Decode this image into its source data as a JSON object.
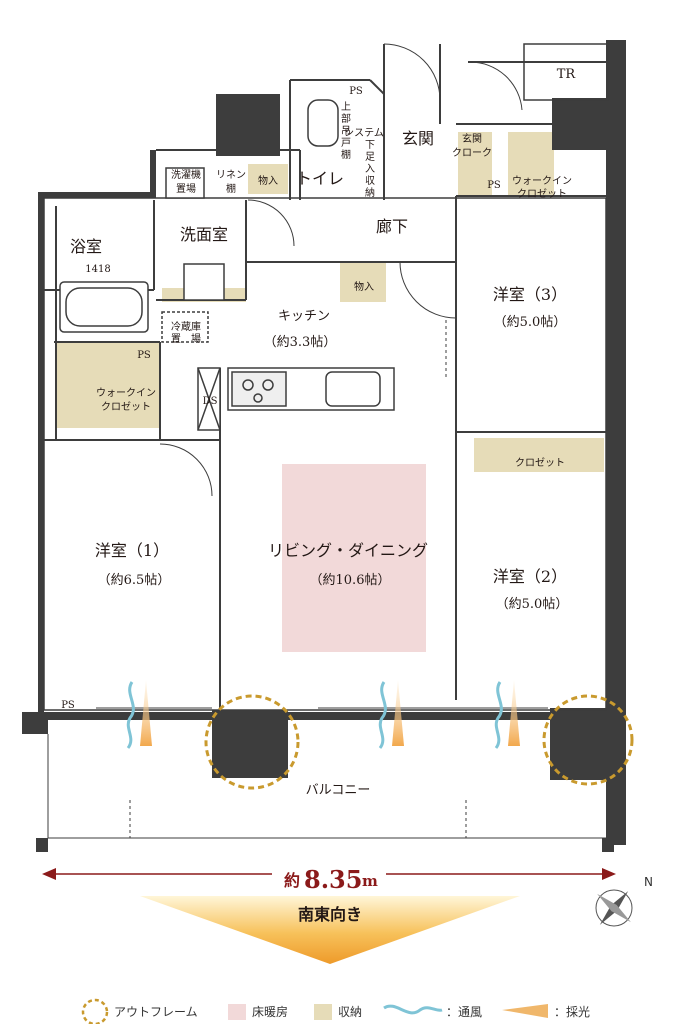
{
  "rooms": {
    "bath": {
      "name": "浴室",
      "size": "1418"
    },
    "washroom": "洗面室",
    "washer": [
      "洗濯機",
      "置場"
    ],
    "linen": [
      "リネン",
      "棚"
    ],
    "storage1": "物入",
    "storage2": "物入",
    "toilet": "トイレ",
    "toilet_shelf": [
      "上",
      "部",
      "吊",
      "戸",
      "棚"
    ],
    "shoe_storage": [
      "下",
      "足",
      "入",
      "システム",
      "収",
      "納"
    ],
    "entrance": "玄関",
    "entrance_cloak": [
      "玄関",
      "クローク"
    ],
    "wic_top": [
      "ウォークイン",
      "クロゼット"
    ],
    "hallway": "廊下",
    "kitchen": {
      "name": "キッチン",
      "size": "（約3.3帖）"
    },
    "fridge": [
      "冷蔵庫",
      "置　場"
    ],
    "wic_left": [
      "ウォークイン",
      "クロゼット"
    ],
    "closet": "クロゼット",
    "western3": {
      "name": "洋室（3）",
      "size": "（約5.0帖）"
    },
    "western1": {
      "name": "洋室（1）",
      "size": "（約6.5帖）"
    },
    "western2": {
      "name": "洋室（2）",
      "size": "（約5.0帖）"
    },
    "living": {
      "name": "リビング・ダイニング",
      "size": "（約10.6帖）"
    },
    "balcony": "バルコニー",
    "tr": "TR",
    "ps": "PS",
    "ds": "DS"
  },
  "dimension": {
    "prefix": "約",
    "value": "8.35",
    "unit": "m"
  },
  "orientation": "南東向き",
  "compass": "N",
  "legend": [
    {
      "label": "アウトフレーム",
      "color": "#c99a2e"
    },
    {
      "label": "床暖房",
      "color": "#f2d9d9"
    },
    {
      "label": "収納",
      "color": "#e6dcb8"
    },
    {
      "label": "：通風",
      "color": "#7fc4d6"
    },
    {
      "label": "：採光",
      "color": "#f0b76b"
    }
  ],
  "colors": {
    "wall": "#3d3d3d",
    "floor_heating": "#f2d9d9",
    "storage": "#e6dcb8",
    "outframe": "#c99a2e",
    "arrow": "#8b1a1a",
    "banner": "#f3a73c"
  }
}
